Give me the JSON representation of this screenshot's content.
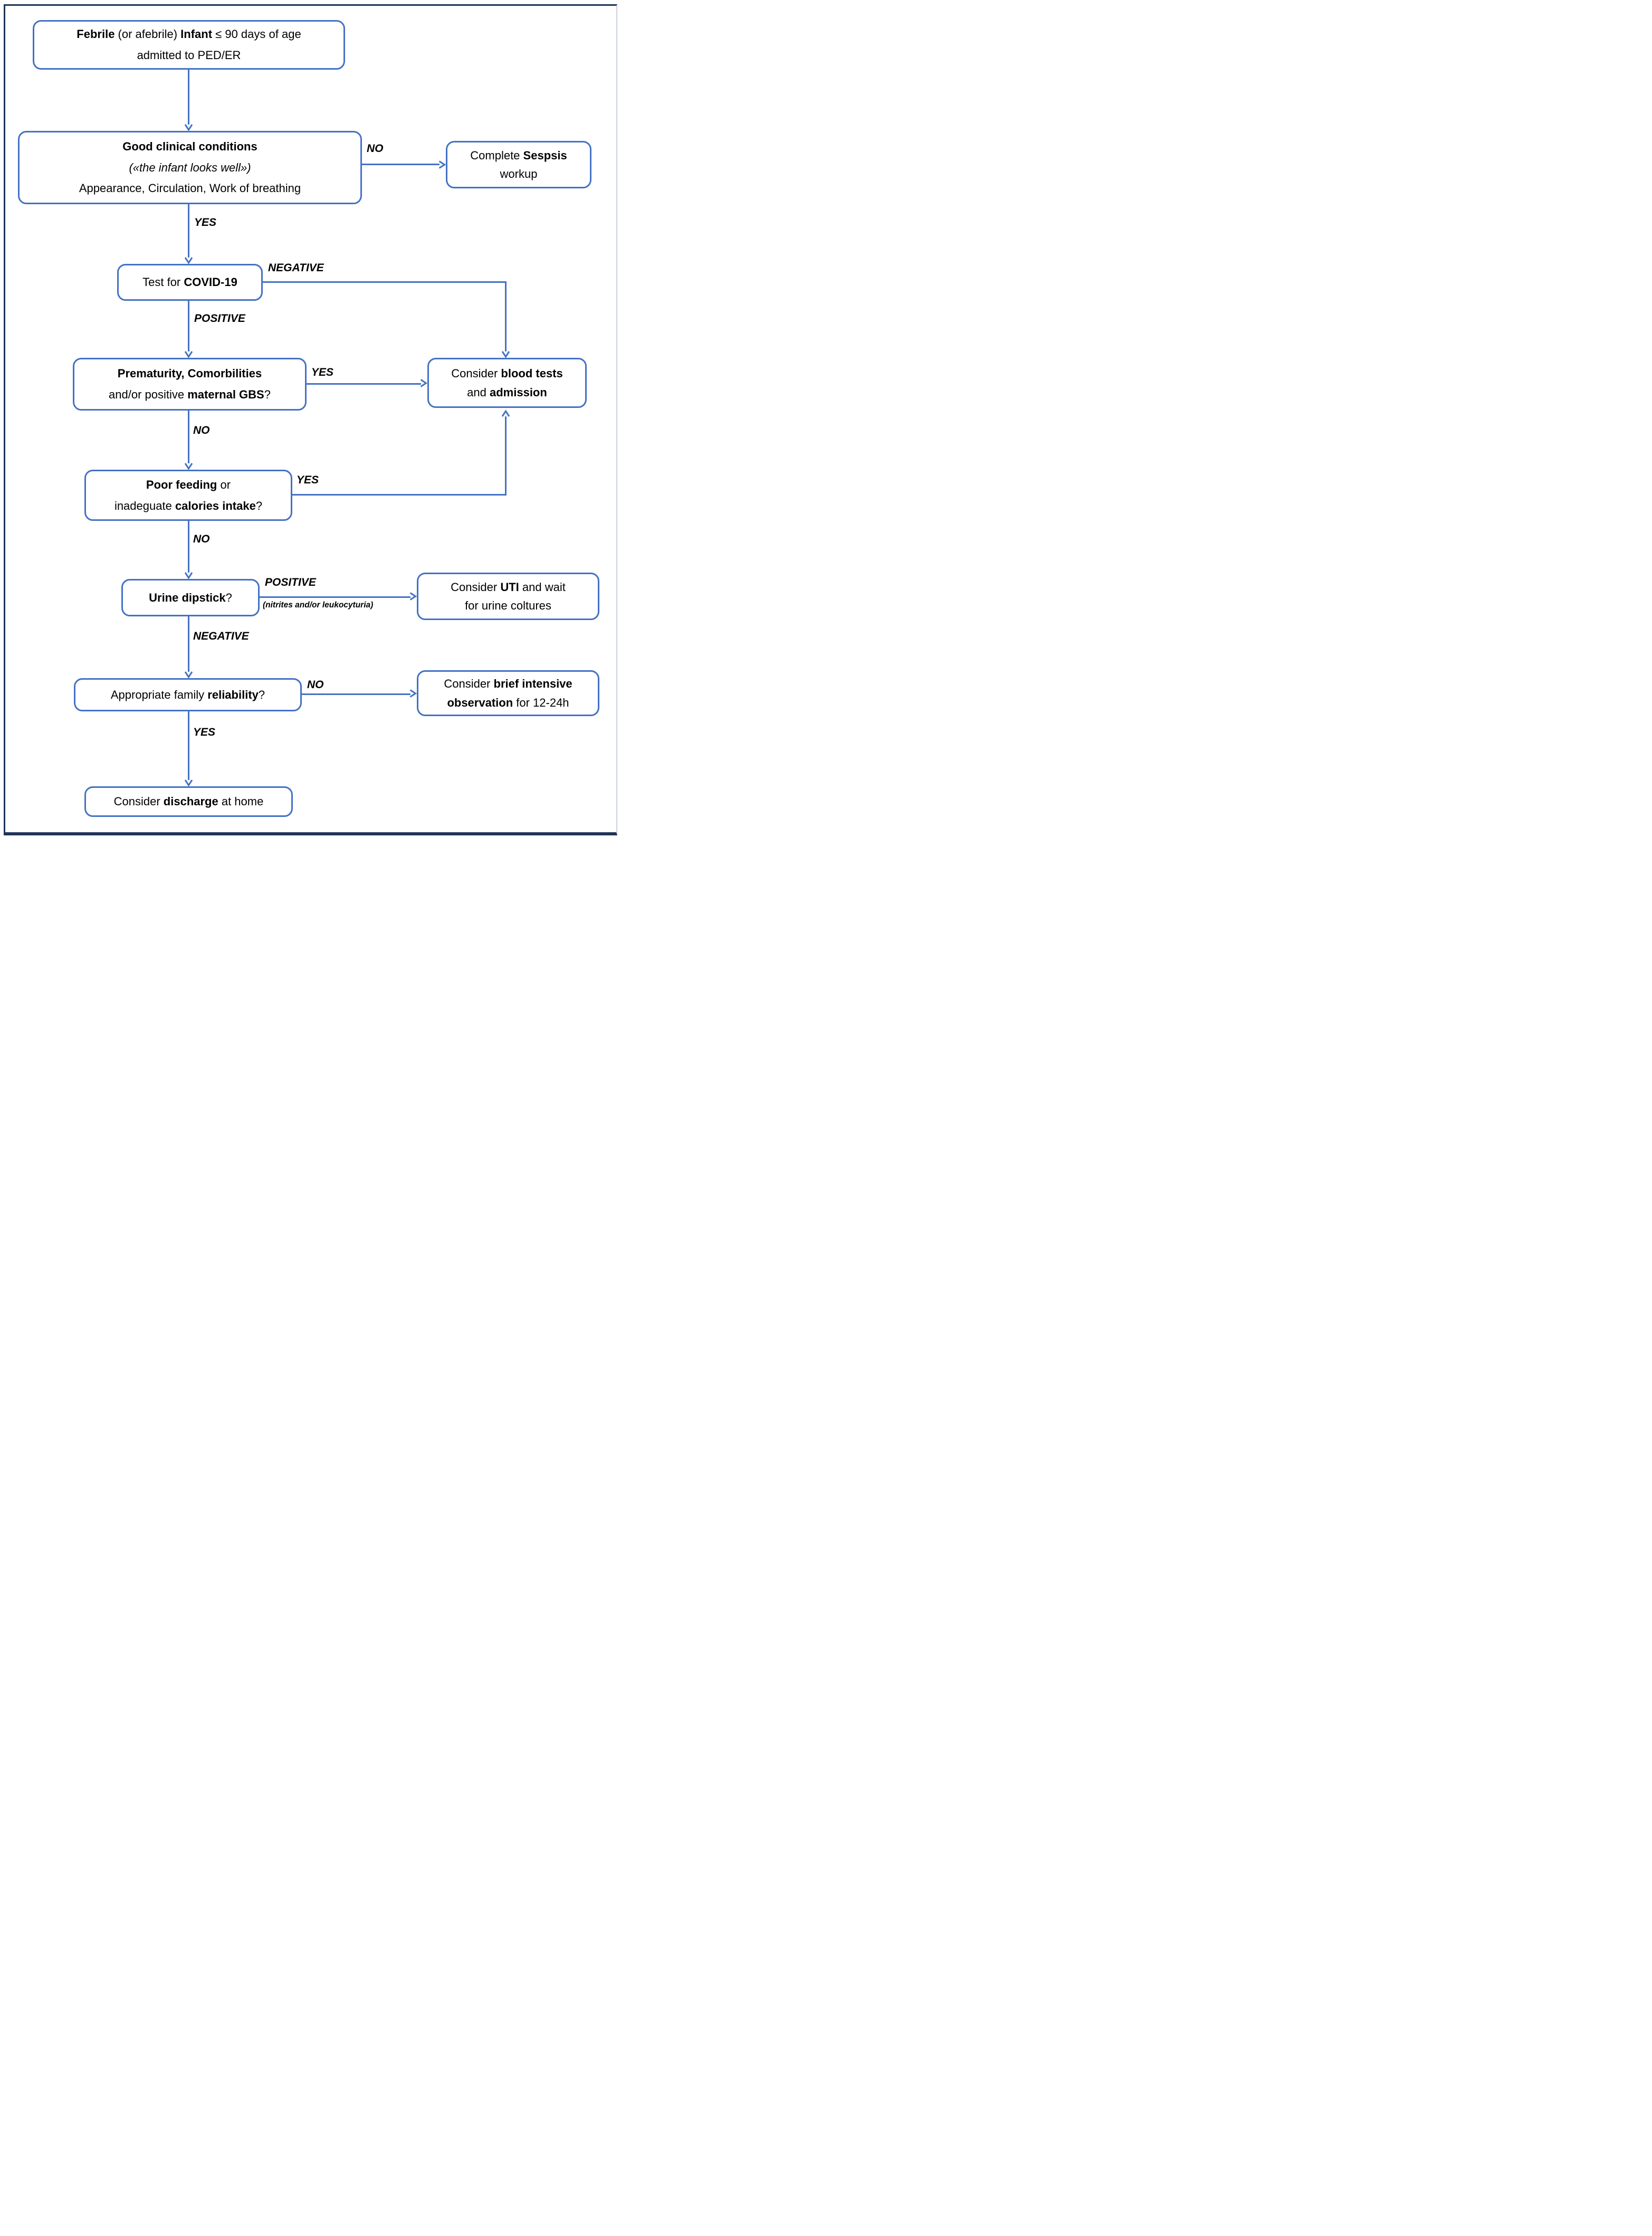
{
  "figure": {
    "type": "flowchart",
    "description": "Clinical decision algorithm for febrile infants ≤ 90 days admitted to PED/ER during COVID-19",
    "colors": {
      "node_border": "#4472c4",
      "connector": "#4472c4",
      "outer_frame": "#1f3459",
      "text": "#000000",
      "node_fill": "#ffffff"
    }
  },
  "nodes": {
    "start": [
      [
        {
          "t": "Febrile",
          "b": true
        },
        {
          "t": " (or afebrile) "
        },
        {
          "t": "Infant",
          "b": true
        },
        {
          "t": " ≤ 90 days of age"
        }
      ],
      [
        {
          "t": "admitted to PED/ER"
        }
      ]
    ],
    "clinical": [
      [
        {
          "t": "Good clinical conditions",
          "b": true
        }
      ],
      [
        {
          "t": "(«the infant looks well»)",
          "i": true
        }
      ],
      [
        {
          "t": "Appearance, Circulation, Work of breathing"
        }
      ]
    ],
    "sepsis": [
      [
        {
          "t": "Complete "
        },
        {
          "t": "Sespsis",
          "b": true
        }
      ],
      [
        {
          "t": "workup"
        }
      ]
    ],
    "covid": [
      [
        {
          "t": "Test for "
        },
        {
          "t": "COVID-19",
          "b": true
        }
      ]
    ],
    "prematurity": [
      [
        {
          "t": "Prematurity, Comorbilities",
          "b": true
        }
      ],
      [
        {
          "t": "and/or positive "
        },
        {
          "t": "maternal GBS",
          "b": true
        },
        {
          "t": "?"
        }
      ]
    ],
    "blood": [
      [
        {
          "t": "Consider "
        },
        {
          "t": "blood tests",
          "b": true
        }
      ],
      [
        {
          "t": "and "
        },
        {
          "t": "admission",
          "b": true
        }
      ]
    ],
    "feeding": [
      [
        {
          "t": "Poor feeding",
          "b": true
        },
        {
          "t": " or"
        }
      ],
      [
        {
          "t": "inadeguate "
        },
        {
          "t": "calories intake",
          "b": true
        },
        {
          "t": "?"
        }
      ]
    ],
    "urine": [
      [
        {
          "t": "Urine dipstick",
          "b": true
        },
        {
          "t": "?"
        }
      ]
    ],
    "uti": [
      [
        {
          "t": "Consider "
        },
        {
          "t": "UTI",
          "b": true
        },
        {
          "t": " and wait"
        }
      ],
      [
        {
          "t": "for urine coltures"
        }
      ]
    ],
    "family": [
      [
        {
          "t": "Appropriate family "
        },
        {
          "t": "reliability",
          "b": true
        },
        {
          "t": "?"
        }
      ]
    ],
    "brief": [
      [
        {
          "t": "Consider "
        },
        {
          "t": "brief intensive",
          "b": true
        }
      ],
      [
        {
          "t": "observation",
          "b": true
        },
        {
          "t": " for 12-24h"
        }
      ]
    ],
    "discharge": [
      [
        {
          "t": "Consider "
        },
        {
          "t": "discharge",
          "b": true
        },
        {
          "t": " at home"
        }
      ]
    ]
  },
  "labels": {
    "no1": "NO",
    "yes1": "YES",
    "negative1": "NEGATIVE",
    "positive1": "POSITIVE",
    "yes2": "YES",
    "no2": "NO",
    "yes3": "YES",
    "no3": "NO",
    "positive2": "POSITIVE",
    "urine_note": "(nitrites and/or leukocyturia)",
    "negative2": "NEGATIVE",
    "no4": "NO",
    "yes4": "YES"
  }
}
